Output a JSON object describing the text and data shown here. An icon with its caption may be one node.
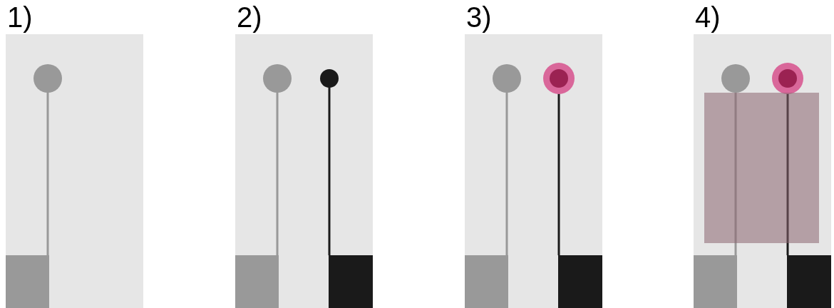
{
  "diagram": {
    "labels": [
      "1)",
      "2)",
      "3)",
      "4)"
    ]
  }
}
